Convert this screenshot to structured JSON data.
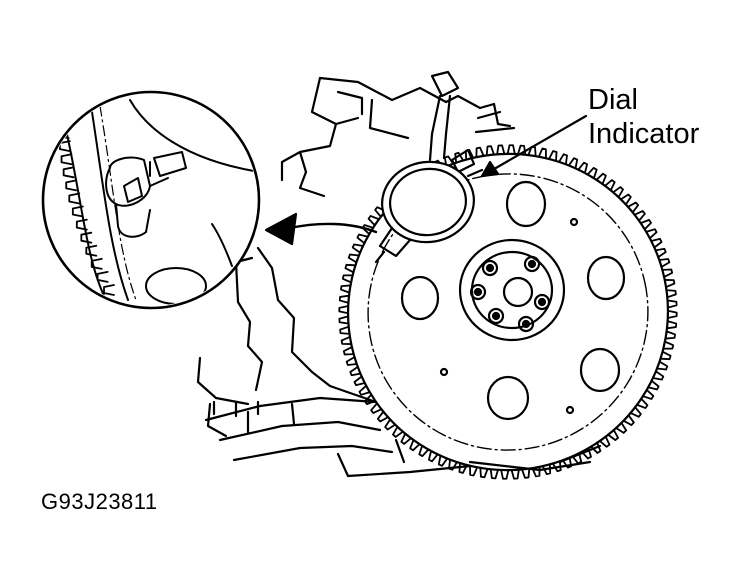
{
  "labels": {
    "callout_line1": "Dial",
    "callout_line2": "Indicator",
    "figure_code": "G93J23811"
  },
  "colors": {
    "ink": "#000000",
    "paper": "#ffffff"
  },
  "ring_gear_teeth": 96,
  "inset_teeth": 14
}
